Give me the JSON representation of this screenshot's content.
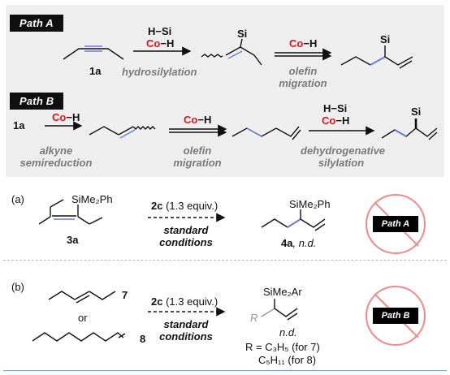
{
  "path_a": {
    "tag": "Path A",
    "compound": "1a",
    "reagent1_h": "H",
    "reagent1_si": "Si",
    "reagent1_co": "Co",
    "reagent1_h2": "H",
    "step1": "hydrosilylation",
    "si_label1": "Si",
    "reagent2_co": "Co",
    "reagent2_h": "H",
    "step2_line1": "olefin",
    "step2_line2": "migration",
    "si_label2": "Si"
  },
  "path_b": {
    "tag": "Path B",
    "compound": "1a",
    "co1": "Co",
    "h1": "H",
    "step1_line1": "alkyne",
    "step1_line2": "semireduction",
    "co2": "Co",
    "h2": "H",
    "step2_line1": "olefin",
    "step2_line2": "migration",
    "reagent3_h": "H",
    "reagent3_si": "Si",
    "reagent3_co": "Co",
    "reagent3_h2": "H",
    "step3_line1": "dehydrogenative",
    "step3_line2": "silylation",
    "si_label": "Si"
  },
  "part_a": {
    "label": "(a)",
    "substrate_group": "SiMe₂Ph",
    "substrate_id": "3a",
    "reagent_id": "2c",
    "reagent_equiv": "(1.3 equiv.)",
    "conditions_line1": "standard",
    "conditions_line2": "conditions",
    "product_group": "SiMe₂Ph",
    "product_id": "4a",
    "product_result": ", n.d.",
    "stamp": "Path A"
  },
  "part_b": {
    "label": "(b)",
    "substrate1_id": "7",
    "or": "or",
    "substrate2_id": "8",
    "reagent_id": "2c",
    "reagent_equiv": "(1.3 equiv.)",
    "conditions_line1": "standard",
    "conditions_line2": "conditions",
    "product_group": "SiMe₂Ar",
    "product_r": "R",
    "product_result": "n.d.",
    "r_def_line1": "R = C₃H₅ (for 7)",
    "r_def_line2": "C₅H₁₁ (for 8)",
    "stamp": "Path B"
  },
  "colors": {
    "red": "#e3121b",
    "blue": "#6f7ad8",
    "gray": "#7a7a7a",
    "stamp": "#f08a8a"
  }
}
